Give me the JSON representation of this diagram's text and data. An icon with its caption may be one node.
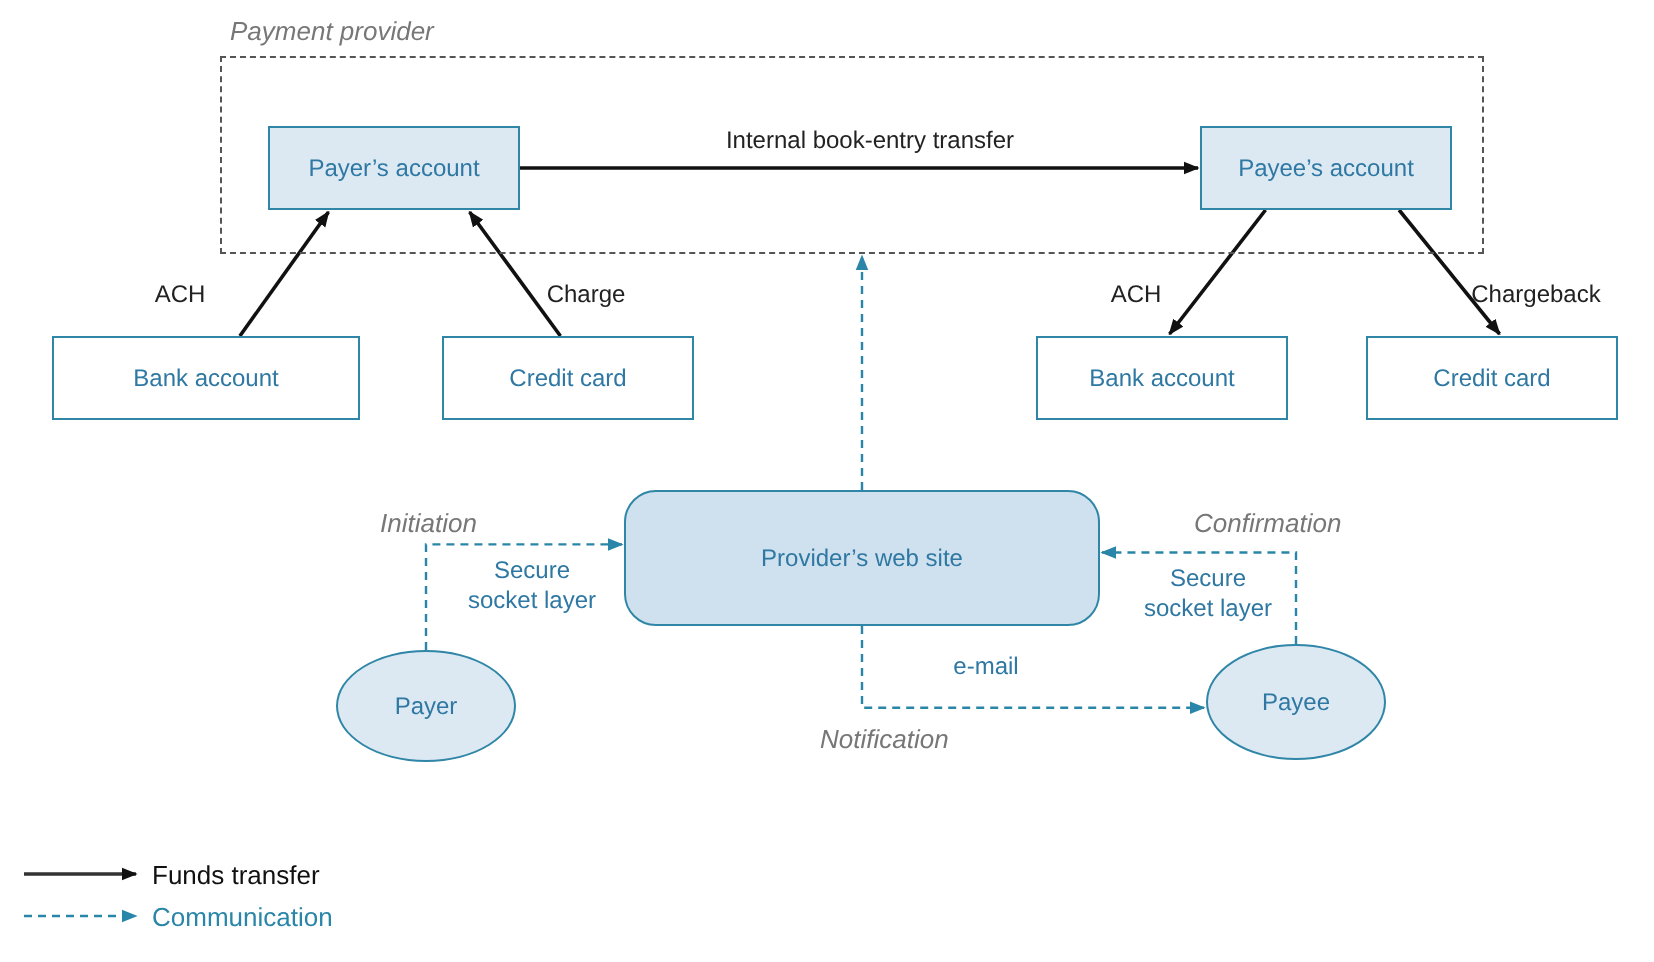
{
  "diagram": {
    "nodes": [
      {
        "text": [
          "Payment provider"
        ]
      },
      {
        "text": [
          "Payer’s account"
        ],
        "in": 0
      },
      {
        "text": [
          "Payee’s account"
        ],
        "in": 0
      },
      {
        "text": [
          "Bank account"
        ]
      },
      {
        "text": [
          "Credit card"
        ]
      },
      {
        "text": [
          "Bank account"
        ]
      },
      {
        "text": [
          "Credit card"
        ]
      },
      {
        "text": [
          "Provider’s web site"
        ]
      },
      {
        "text": [
          "Payer"
        ]
      },
      {
        "text": [
          "Payee"
        ]
      }
    ],
    "edges": [
      {
        "from": 1,
        "to": 2,
        "arrow": "to",
        "label": "Internal book-entry transfer"
      },
      {
        "from": 3,
        "to": 1,
        "arrow": "to",
        "label": "ACH"
      },
      {
        "from": 4,
        "to": 1,
        "arrow": "to",
        "label": "Charge"
      },
      {
        "from": 2,
        "to": 5,
        "arrow": "to",
        "label": "ACH"
      },
      {
        "from": 2,
        "to": 6,
        "arrow": "to",
        "label": "Chargeback"
      },
      {
        "from": 7,
        "to": 0,
        "arrow": "to",
        "style": "dashed",
        "color": "#2a86a8"
      },
      {
        "from": 8,
        "to": 7,
        "arrow": "to",
        "style": "dashed",
        "color": "#2a86a8",
        "label": "Secure socket layer"
      },
      {
        "from": 9,
        "to": 7,
        "arrow": "to",
        "style": "dashed",
        "color": "#2a86a8",
        "label": "Secure socket layer"
      },
      {
        "from": 7,
        "to": 9,
        "arrow": "to",
        "style": "dashed",
        "color": "#2a86a8",
        "label": "e-mail"
      }
    ],
    "labels": [
      "Initiation",
      "Confirmation",
      "Notification"
    ],
    "legend": [
      {
        "text": "Funds transfer"
      },
      {
        "text": "Communication"
      }
    ]
  }
}
